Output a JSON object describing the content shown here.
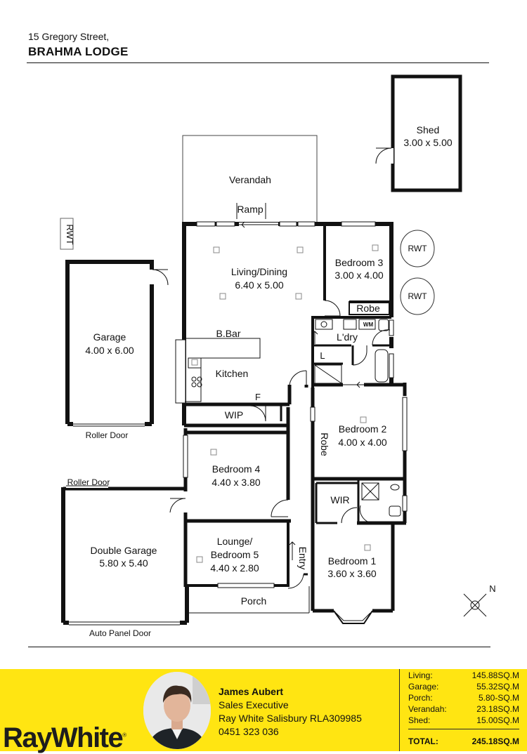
{
  "header": {
    "address": "15 Gregory Street,",
    "suburb": "BRAHMA LODGE"
  },
  "rooms": {
    "shed": {
      "name": "Shed",
      "dims": "3.00 x 5.00"
    },
    "verandah": {
      "name": "Verandah"
    },
    "ramp": "Ramp",
    "living": {
      "name": "Living/Dining",
      "dims": "6.40 x 5.00"
    },
    "bed3": {
      "name": "Bedroom 3",
      "dims": "3.00 x 4.00"
    },
    "rwt1": "RWT",
    "rwt2": "RWT",
    "rwt3": "RWT",
    "robe1": "Robe",
    "laundry": "L'dry",
    "wm": "WM",
    "linen": "L",
    "garage": {
      "name": "Garage",
      "dims": "4.00 x 6.00"
    },
    "roller1": "Roller Door",
    "bbar": "B.Bar",
    "kitchen": "Kitchen",
    "fridge": "F",
    "wip": "WIP",
    "bed2": {
      "name": "Bedroom 2",
      "dims": "4.00 x 4.00"
    },
    "robe2": "Robe",
    "bed4": {
      "name": "Bedroom 4",
      "dims": "4.40 x 3.80"
    },
    "roller2": "Roller Door",
    "dgarage": {
      "name": "Double Garage",
      "dims": "5.80 x 5.40"
    },
    "wir": "WIR",
    "lounge": {
      "line1": "Lounge/",
      "line2": "Bedroom 5",
      "dims": "4.40 x 2.80"
    },
    "entry": "Entry",
    "bed1": {
      "name": "Bedroom 1",
      "dims": "3.60 x 3.60"
    },
    "porch": "Porch",
    "autopanel": "Auto Panel Door",
    "north": "N"
  },
  "agent": {
    "brand": "RayWhite",
    "name": "James Aubert",
    "title": "Sales Executive",
    "office": "Ray White Salisbury RLA309985",
    "phone": "0451 323 036"
  },
  "areas": [
    {
      "label": "Living:",
      "value": "145.88SQ.M"
    },
    {
      "label": "Garage:",
      "value": "55.32SQ.M"
    },
    {
      "label": "Porch:",
      "value": "5.80-SQ.M"
    },
    {
      "label": "Verandah:",
      "value": "23.18SQ.M"
    },
    {
      "label": "Shed:",
      "value": "15.00SQ.M"
    }
  ],
  "total": {
    "label": "TOTAL:",
    "value": "245.18SQ.M"
  },
  "colors": {
    "footer": "#ffe512",
    "walls": "#111111"
  }
}
